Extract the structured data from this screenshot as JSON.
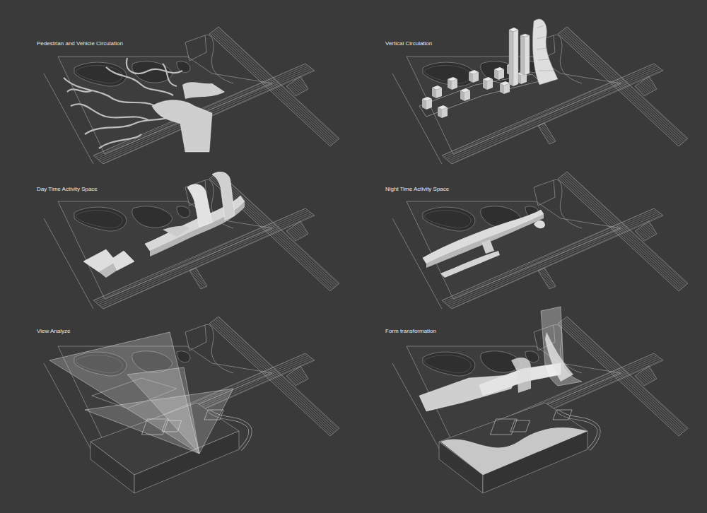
{
  "diagram": {
    "labels": [
      "Pedestrian and Vehicle Circulation",
      "Vertical Circulation",
      "Day Time Activity Space",
      "Night Time Activity Space",
      "View Analyze",
      "Form transformation"
    ]
  }
}
